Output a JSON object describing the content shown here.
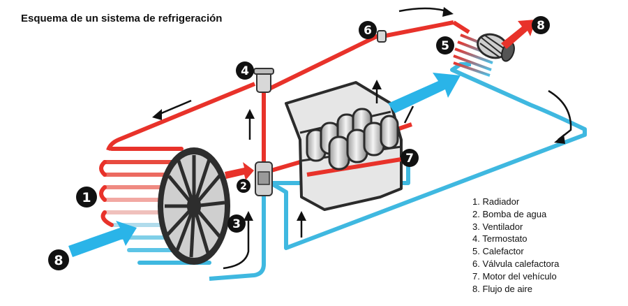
{
  "title": "Esquema de un sistema de refrigeración",
  "legend": [
    "1. Radiador",
    "2. Bomba de agua",
    "3. Ventilador",
    "4. Termostato",
    "5. Calefactor",
    "6. Válvula calefactora",
    "7. Motor del vehículo",
    "8. Flujo de aire"
  ],
  "markers": {
    "radiator": "1",
    "pump": "2",
    "fan": "3",
    "thermostat": "4",
    "heater": "5",
    "heater_valve": "6",
    "engine": "7",
    "airflow_in": "8",
    "airflow_out": "8"
  },
  "colors": {
    "hot": "#e8322a",
    "cold": "#3fb8e0",
    "airflow_in": "#2ab4e8",
    "airflow_out": "#e8322a",
    "badge": "#111111"
  }
}
